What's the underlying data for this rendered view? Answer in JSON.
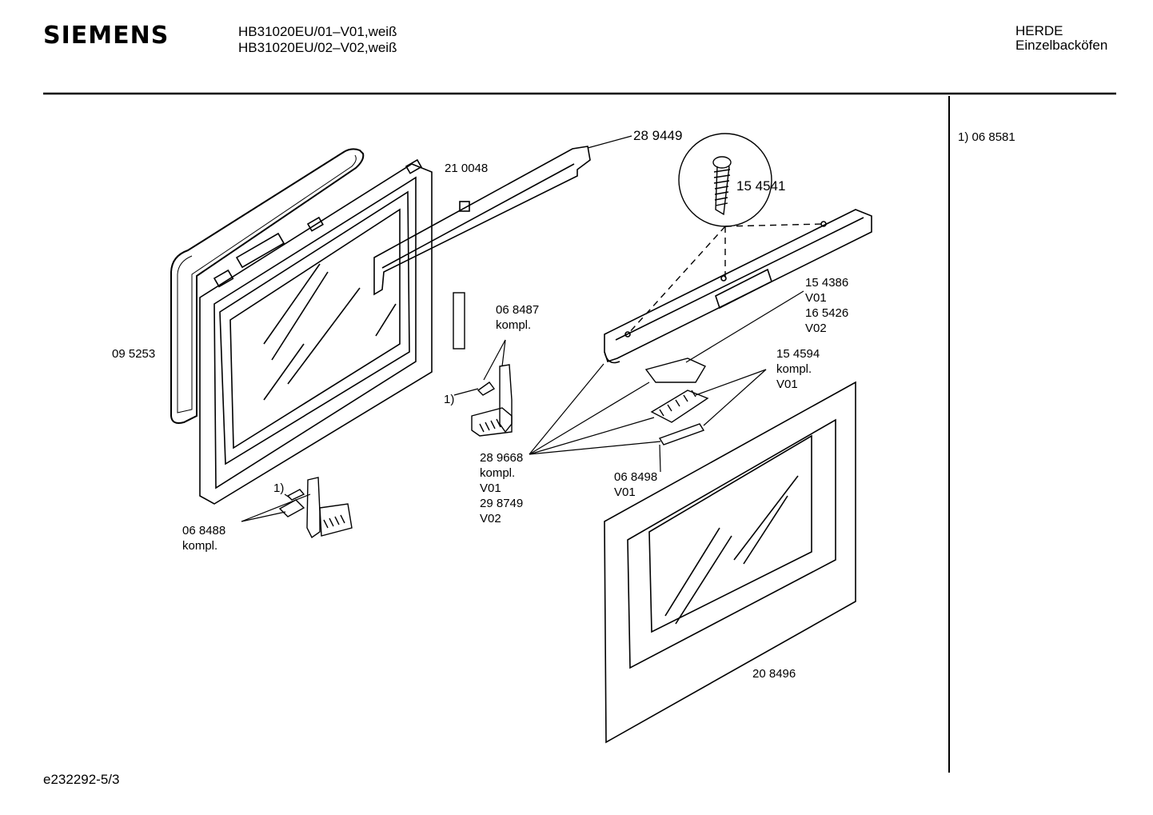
{
  "header": {
    "brand": "SIEMENS",
    "models": [
      "HB31020EU/01–V01,weiß",
      "HB31020EU/02–V02,weiß"
    ],
    "category": [
      "HERDE",
      "Einzelbacköfen"
    ]
  },
  "side_note": "1)  06 8581",
  "footer": "e232292-5/3",
  "parts": {
    "p289449": "28 9449",
    "p210048": "21 0048",
    "p154541": "15 4541",
    "p095253": "09 5253",
    "p068487": [
      "06 8487",
      "kompl."
    ],
    "p154386": [
      "15 4386",
      "V01",
      "16 5426",
      "V02"
    ],
    "p154594": [
      "15 4594",
      "kompl.",
      "V01"
    ],
    "p289668": [
      "28 9668",
      "kompl.",
      "V01",
      "29 8749",
      "V02"
    ],
    "p068498": [
      "06 8498",
      "V01"
    ],
    "p068488": [
      "06 8488",
      "kompl."
    ],
    "p208496": "20 8496",
    "ref1": "1)"
  }
}
